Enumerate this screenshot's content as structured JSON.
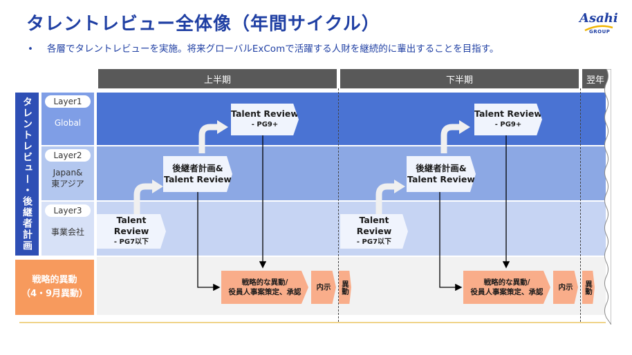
{
  "title": "タレントレビュー全体像（年間サイクル）",
  "bullet": "各層でタレントレビューを実施。将来グローバルExComで活躍する人財を継続的に輩出することを目指す。",
  "bullet_mark": "•",
  "logo": {
    "brand": "Asahi",
    "group": "GROUP"
  },
  "phases": {
    "h1": "上半期",
    "h2": "下半期",
    "next": "翌年"
  },
  "left_label": "タレントレビュー・後継者計画",
  "layers": [
    {
      "name": "Layer1",
      "desc": "Global"
    },
    {
      "name": "Layer2",
      "desc": "Japan&\n東アジア"
    },
    {
      "name": "Layer3",
      "desc": "事業会社"
    }
  ],
  "move_label": {
    "line1": "戦略的異動",
    "line2": "（4・9月異動）"
  },
  "boxes": {
    "tr_global_title": "Talent Review",
    "tr_global_sub": "- PG9+",
    "succ_line1": "後継者計画&",
    "succ_line2": "Talent Review",
    "tr_local_line1": "Talent",
    "tr_local_line2": "Review",
    "tr_local_sub": "- PG7以下",
    "strategic_line1": "戦略的な異動/",
    "strategic_line2": "役員人事案策定、承認",
    "naiji": "内示",
    "ido": "異動"
  },
  "colors": {
    "title_blue": "#1f3fa3",
    "layer1": "#4a73d3",
    "layer2": "#8ca8e4",
    "layer3": "#c6d4f3",
    "orange": "#f79a5d",
    "salmon": "#f9ad8a"
  }
}
